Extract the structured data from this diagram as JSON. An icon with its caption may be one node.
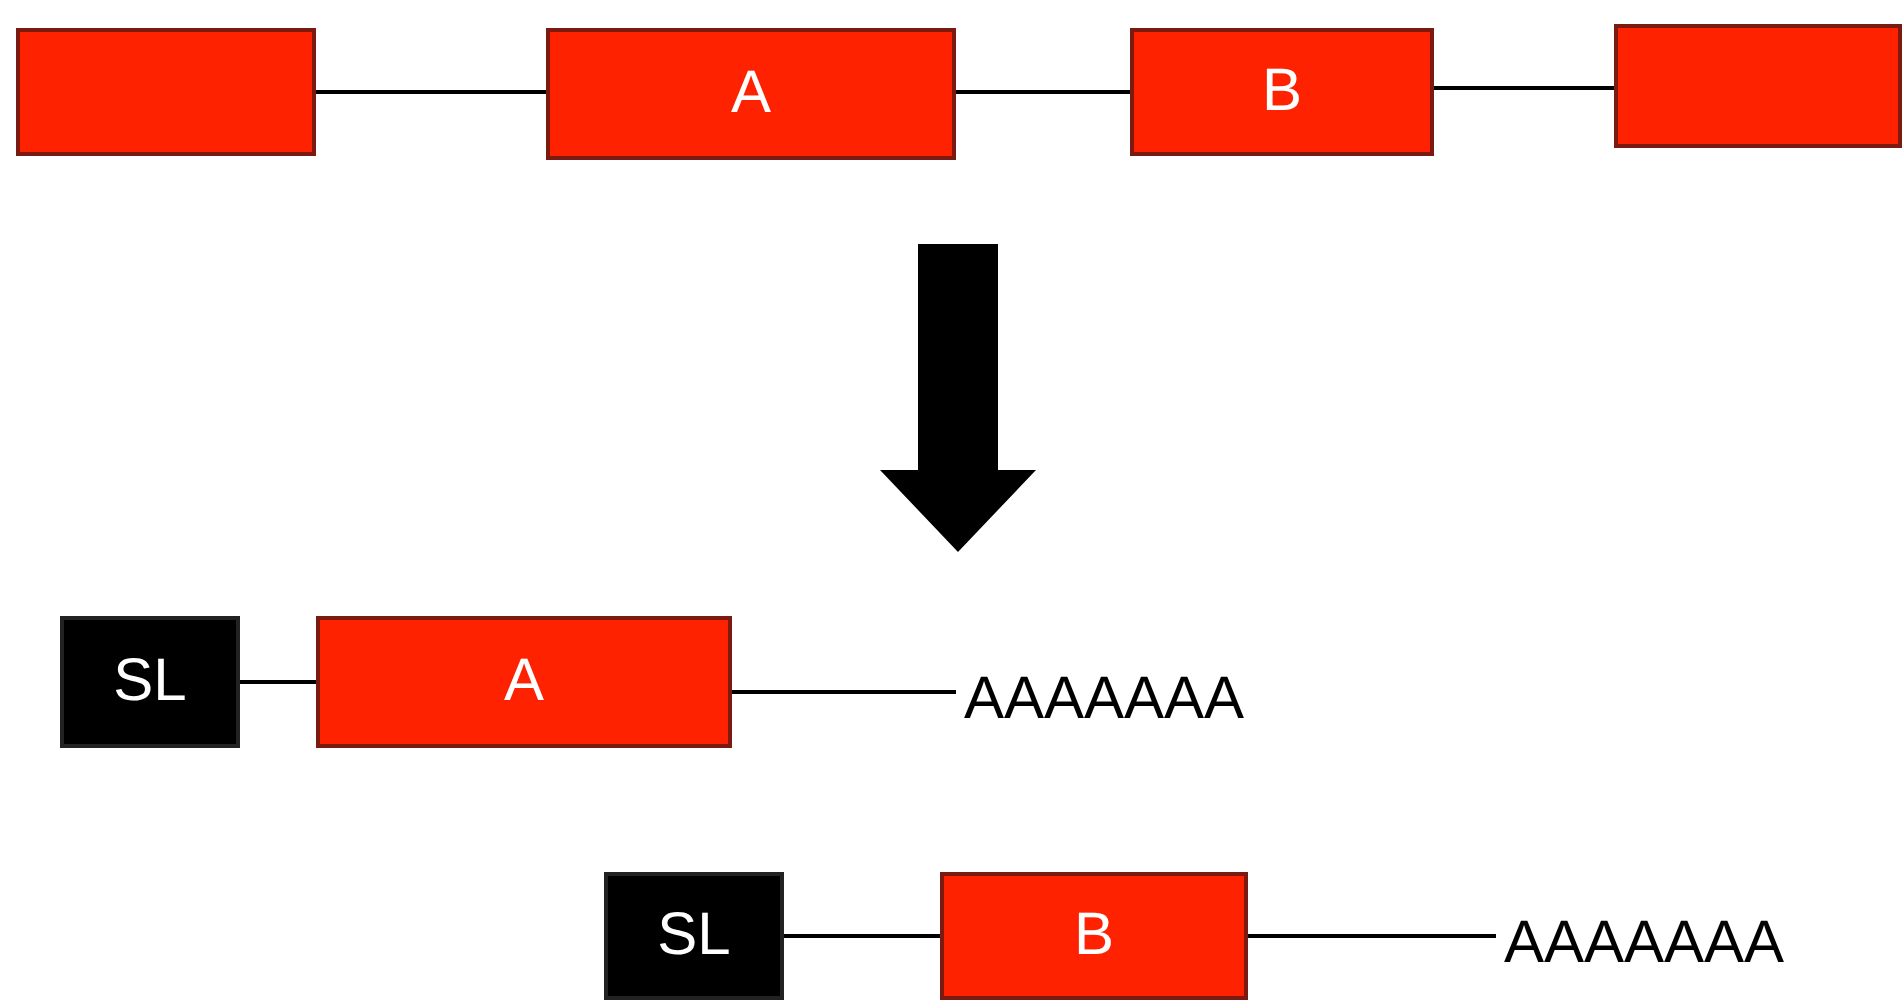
{
  "diagram": {
    "nodes": [
      {
        "text": [],
        "shape": "box"
      },
      {
        "text": [
          "A"
        ]
      },
      {
        "text": [
          "B"
        ]
      },
      {
        "text": [],
        "shape": "box"
      },
      {
        "text": [
          "SL"
        ]
      },
      {
        "text": [
          "A"
        ]
      },
      {
        "text": [
          "AAAAAAA"
        ]
      },
      {
        "text": [
          "SL"
        ]
      },
      {
        "text": [
          "B"
        ]
      },
      {
        "text": [
          "AAAAAAA"
        ]
      }
    ],
    "edges": [
      {
        "from": 0,
        "to": 1,
        "arrow": "none"
      },
      {
        "from": 1,
        "to": 2,
        "arrow": "none"
      },
      {
        "from": 2,
        "to": 3,
        "arrow": "none"
      },
      {
        "from": 4,
        "to": 5,
        "arrow": "none"
      },
      {
        "from": 5,
        "to": 6,
        "arrow": "none"
      },
      {
        "from": 7,
        "to": 8,
        "arrow": "none"
      },
      {
        "from": 8,
        "to": 9,
        "arrow": "none"
      }
    ]
  }
}
